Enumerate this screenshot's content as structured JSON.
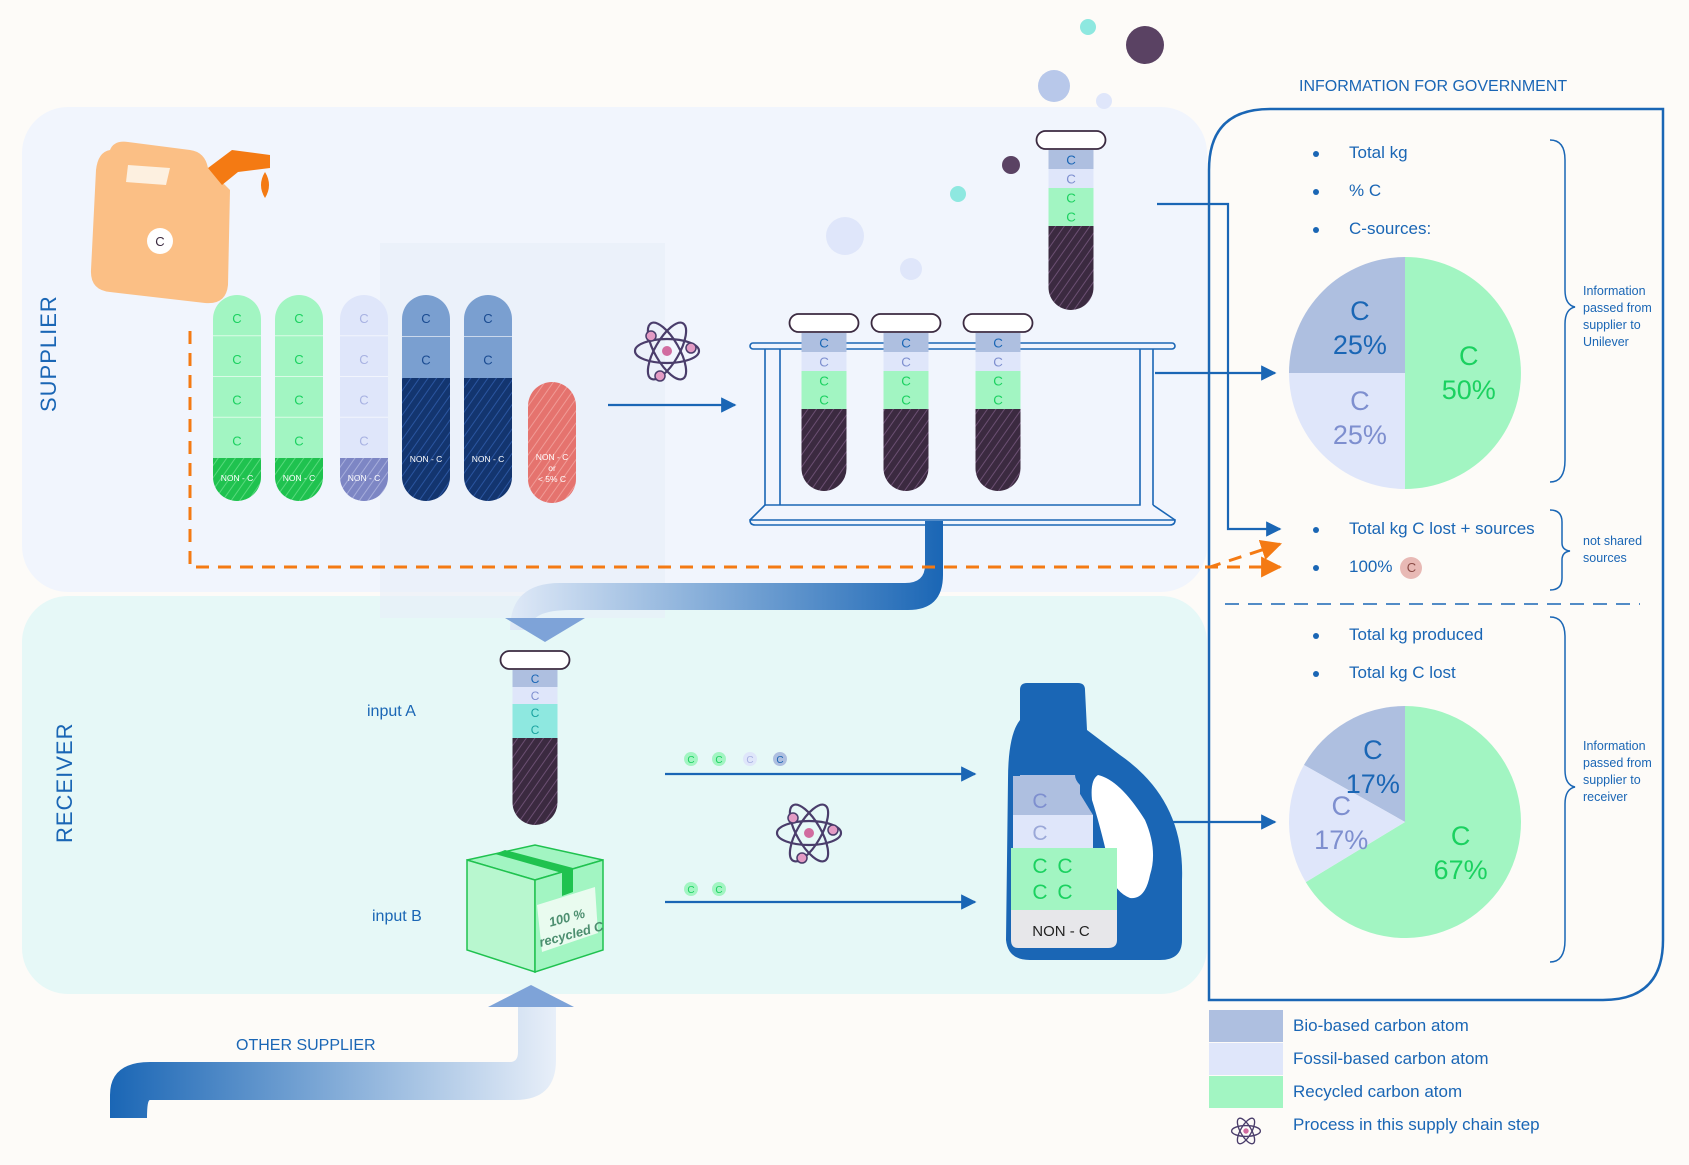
{
  "labels": {
    "info_title": "INFORMATION FOR GOVERNMENT",
    "supplier": "SUPPLIER",
    "receiver": "RECEIVER",
    "input_a": "input A",
    "input_b": "input B",
    "other_supplier": "OTHER SUPPLIER",
    "box_text": "100 %\nrecycled C",
    "non_c": "NON - C",
    "non_c_or_c": "NON - C\nor\n< 5% C",
    "c": "C"
  },
  "info_panel": {
    "top_bullets": [
      "Total kg",
      "% C",
      "C-sources:"
    ],
    "mid_bullets": [
      "Total kg C lost + sources",
      "100%"
    ],
    "bottom_bullets": [
      "Total kg produced",
      "Total kg C lost"
    ],
    "note_top": "Information passed from supplier to Unilever",
    "note_mid": "not shared sources",
    "note_bottom": "Information passed from supplier to receiver"
  },
  "chart_data": [
    {
      "type": "pie",
      "title": "",
      "slices": [
        {
          "label": "C",
          "value": 25,
          "display": "25%",
          "kind": "bio"
        },
        {
          "label": "C",
          "value": 50,
          "display": "50%",
          "kind": "recycled"
        },
        {
          "label": "C",
          "value": 25,
          "display": "25%",
          "kind": "fossil"
        }
      ]
    },
    {
      "type": "pie",
      "title": "",
      "slices": [
        {
          "label": "C",
          "value": 17,
          "display": "17%",
          "kind": "bio"
        },
        {
          "label": "C",
          "value": 67,
          "display": "67%",
          "kind": "recycled"
        },
        {
          "label": "C",
          "value": 17,
          "display": "17%",
          "kind": "fossil"
        }
      ]
    }
  ],
  "legend": [
    {
      "label": "Bio-based carbon atom",
      "color": "#aebfe0"
    },
    {
      "label": "Fossil-based carbon atom",
      "color": "#dfe6fa"
    },
    {
      "label": "Recycled carbon atom",
      "color": "#a2f5c2"
    },
    {
      "label": "Process in this supply chain step",
      "icon": "atom-icon"
    }
  ],
  "colors": {
    "accent": "#1a66b5",
    "bio": "#aebfe0",
    "fossil": "#dfe6fa",
    "recycled": "#a2f5c2",
    "recycled_dark": "#1fc24f",
    "bio_text": "#1a66b5",
    "fossil_text": "#7e8fcf",
    "recycled_text": "#1bd160",
    "orange": "#f47a13",
    "canister": "#fbbf85",
    "liquid": "#3b2a40"
  }
}
